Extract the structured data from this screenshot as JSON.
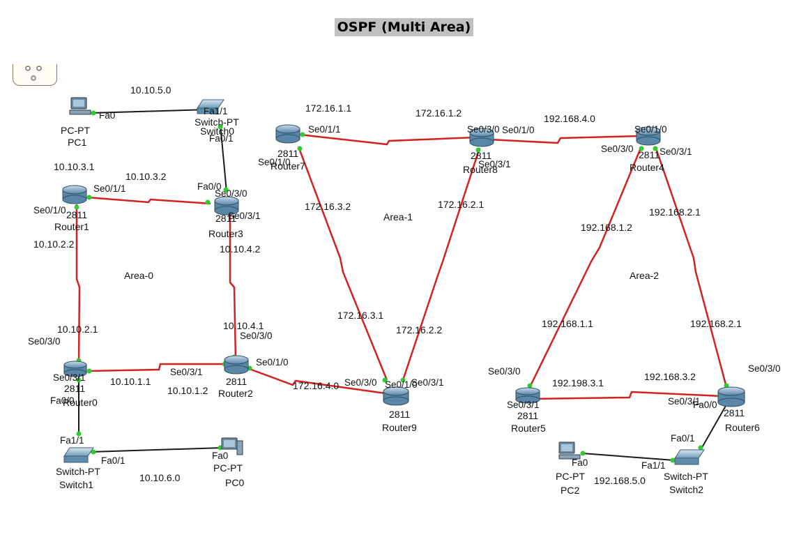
{
  "title": "OSPF (Multi Area)",
  "colors": {
    "serial_link": "#d42020",
    "ethernet_link": "#1a1a1a",
    "port_dot": "#2fcc2f",
    "router": "#5f8fb0",
    "switch": "#6a9ab5"
  },
  "areas": [
    {
      "id": "area0",
      "label": "Area-0"
    },
    {
      "id": "area1",
      "label": "Area-1"
    },
    {
      "id": "area2",
      "label": "Area-2"
    }
  ],
  "devices": {
    "pc1": {
      "model": "PC-PT",
      "name": "PC1"
    },
    "switch0": {
      "model": "Switch-PT",
      "name": "Switch0"
    },
    "router1": {
      "model": "2811",
      "name": "Router1"
    },
    "router3": {
      "model": "2811",
      "name": "Router3"
    },
    "router0": {
      "model": "2811",
      "name": "Router0"
    },
    "router2": {
      "model": "2811",
      "name": "Router2"
    },
    "switch1": {
      "model": "Switch-PT",
      "name": "Switch1"
    },
    "pc0": {
      "model": "PC-PT",
      "name": "PC0"
    },
    "router7": {
      "model": "2811",
      "name": "Router7"
    },
    "router8": {
      "model": "2811",
      "name": "Router8"
    },
    "router9": {
      "model": "2811",
      "name": "Router9"
    },
    "router4": {
      "model": "2811",
      "name": "Router4"
    },
    "router5": {
      "model": "2811",
      "name": "Router5"
    },
    "router6": {
      "model": "2811",
      "name": "Router6"
    },
    "switch2": {
      "model": "Switch-PT",
      "name": "Switch2"
    },
    "pc2": {
      "model": "PC-PT",
      "name": "PC2"
    }
  },
  "network_labels": {
    "n_10_10_5_0": "10.10.5.0",
    "n_10_10_3_1": "10.10.3.1",
    "n_10_10_3_2": "10.10.3.2",
    "n_10_10_2_2": "10.10.2.2",
    "n_10_10_4_2": "10.10.4.2",
    "n_10_10_2_1": "10.10.2.1",
    "n_10_10_4_1": "10.10.4.1",
    "n_10_10_1_1": "10.10.1.1",
    "n_10_10_1_2": "10.10.1.2",
    "n_10_10_6_0": "10.10.6.0",
    "n_172_16_1_1": "172.16.1.1",
    "n_172_16_1_2": "172.16.1.2",
    "n_172_16_3_2": "172.16.3.2",
    "n_172_16_2_1": "172.16.2.1",
    "n_172_16_3_1": "172.16.3.1",
    "n_172_16_2_2": "172.16.2.2",
    "n_172_16_4_0": "172.16.4.0",
    "n_192_168_4_0": "192.168.4.0",
    "n_192_168_1_2": "192.168.1.2",
    "n_192_168_2_1a": "192.168.2.1",
    "n_192_168_1_1": "192.168.1.1",
    "n_192_168_2_1b": "192.168.2.1",
    "n_192_198_3_1": "192.198.3.1",
    "n_192_168_3_2": "192.168.3.2",
    "n_192_168_5_0": "192.168.5.0"
  },
  "interfaces": {
    "pc1_fa0": "Fa0",
    "sw0_fa11": "Fa1/1",
    "sw0_fa01": "Fa0/1",
    "r1_se011": "Se0/1/1",
    "r1_se010": "Se0/1/0",
    "r3_fa00": "Fa0/0",
    "r3_se030": "Se0/3/0",
    "r3_se031": "Se0/3/1",
    "r0_se030": "Se0/3/0",
    "r0_se031": "Se0/3/1",
    "r0_fa00": "Fa0/0",
    "r2_se030": "Se0/3/0",
    "r2_se010": "Se0/1/0",
    "r2_se031": "Se0/3/1",
    "sw1_fa11": "Fa1/1",
    "sw1_fa01": "Fa0/1",
    "pc0_fa0": "Fa0",
    "r7_se011": "Se0/1/1",
    "r7_se010": "Se0/1/0",
    "r8_se030": "Se0/3/0",
    "r8_se010": "Se0/1/0",
    "r8_se031": "Se0/3/1",
    "r9_se030": "Se0/3/0",
    "r9_se010": "Se0/1/0",
    "r9_se031": "Se0/3/1",
    "r4_se010": "Se0/1/0",
    "r4_se030": "Se0/3/0",
    "r4_se031": "Se0/3/1",
    "r5_se030": "Se0/3/0",
    "r5_se031": "Se0/3/1",
    "r6_se030": "Se0/3/0",
    "r6_se031": "Se0/3/1",
    "r6_fa00": "Fa0/0",
    "r6_fa01": "Fa0/1",
    "sw2_fa11": "Fa1/1",
    "pc2_fa0": "Fa0"
  }
}
